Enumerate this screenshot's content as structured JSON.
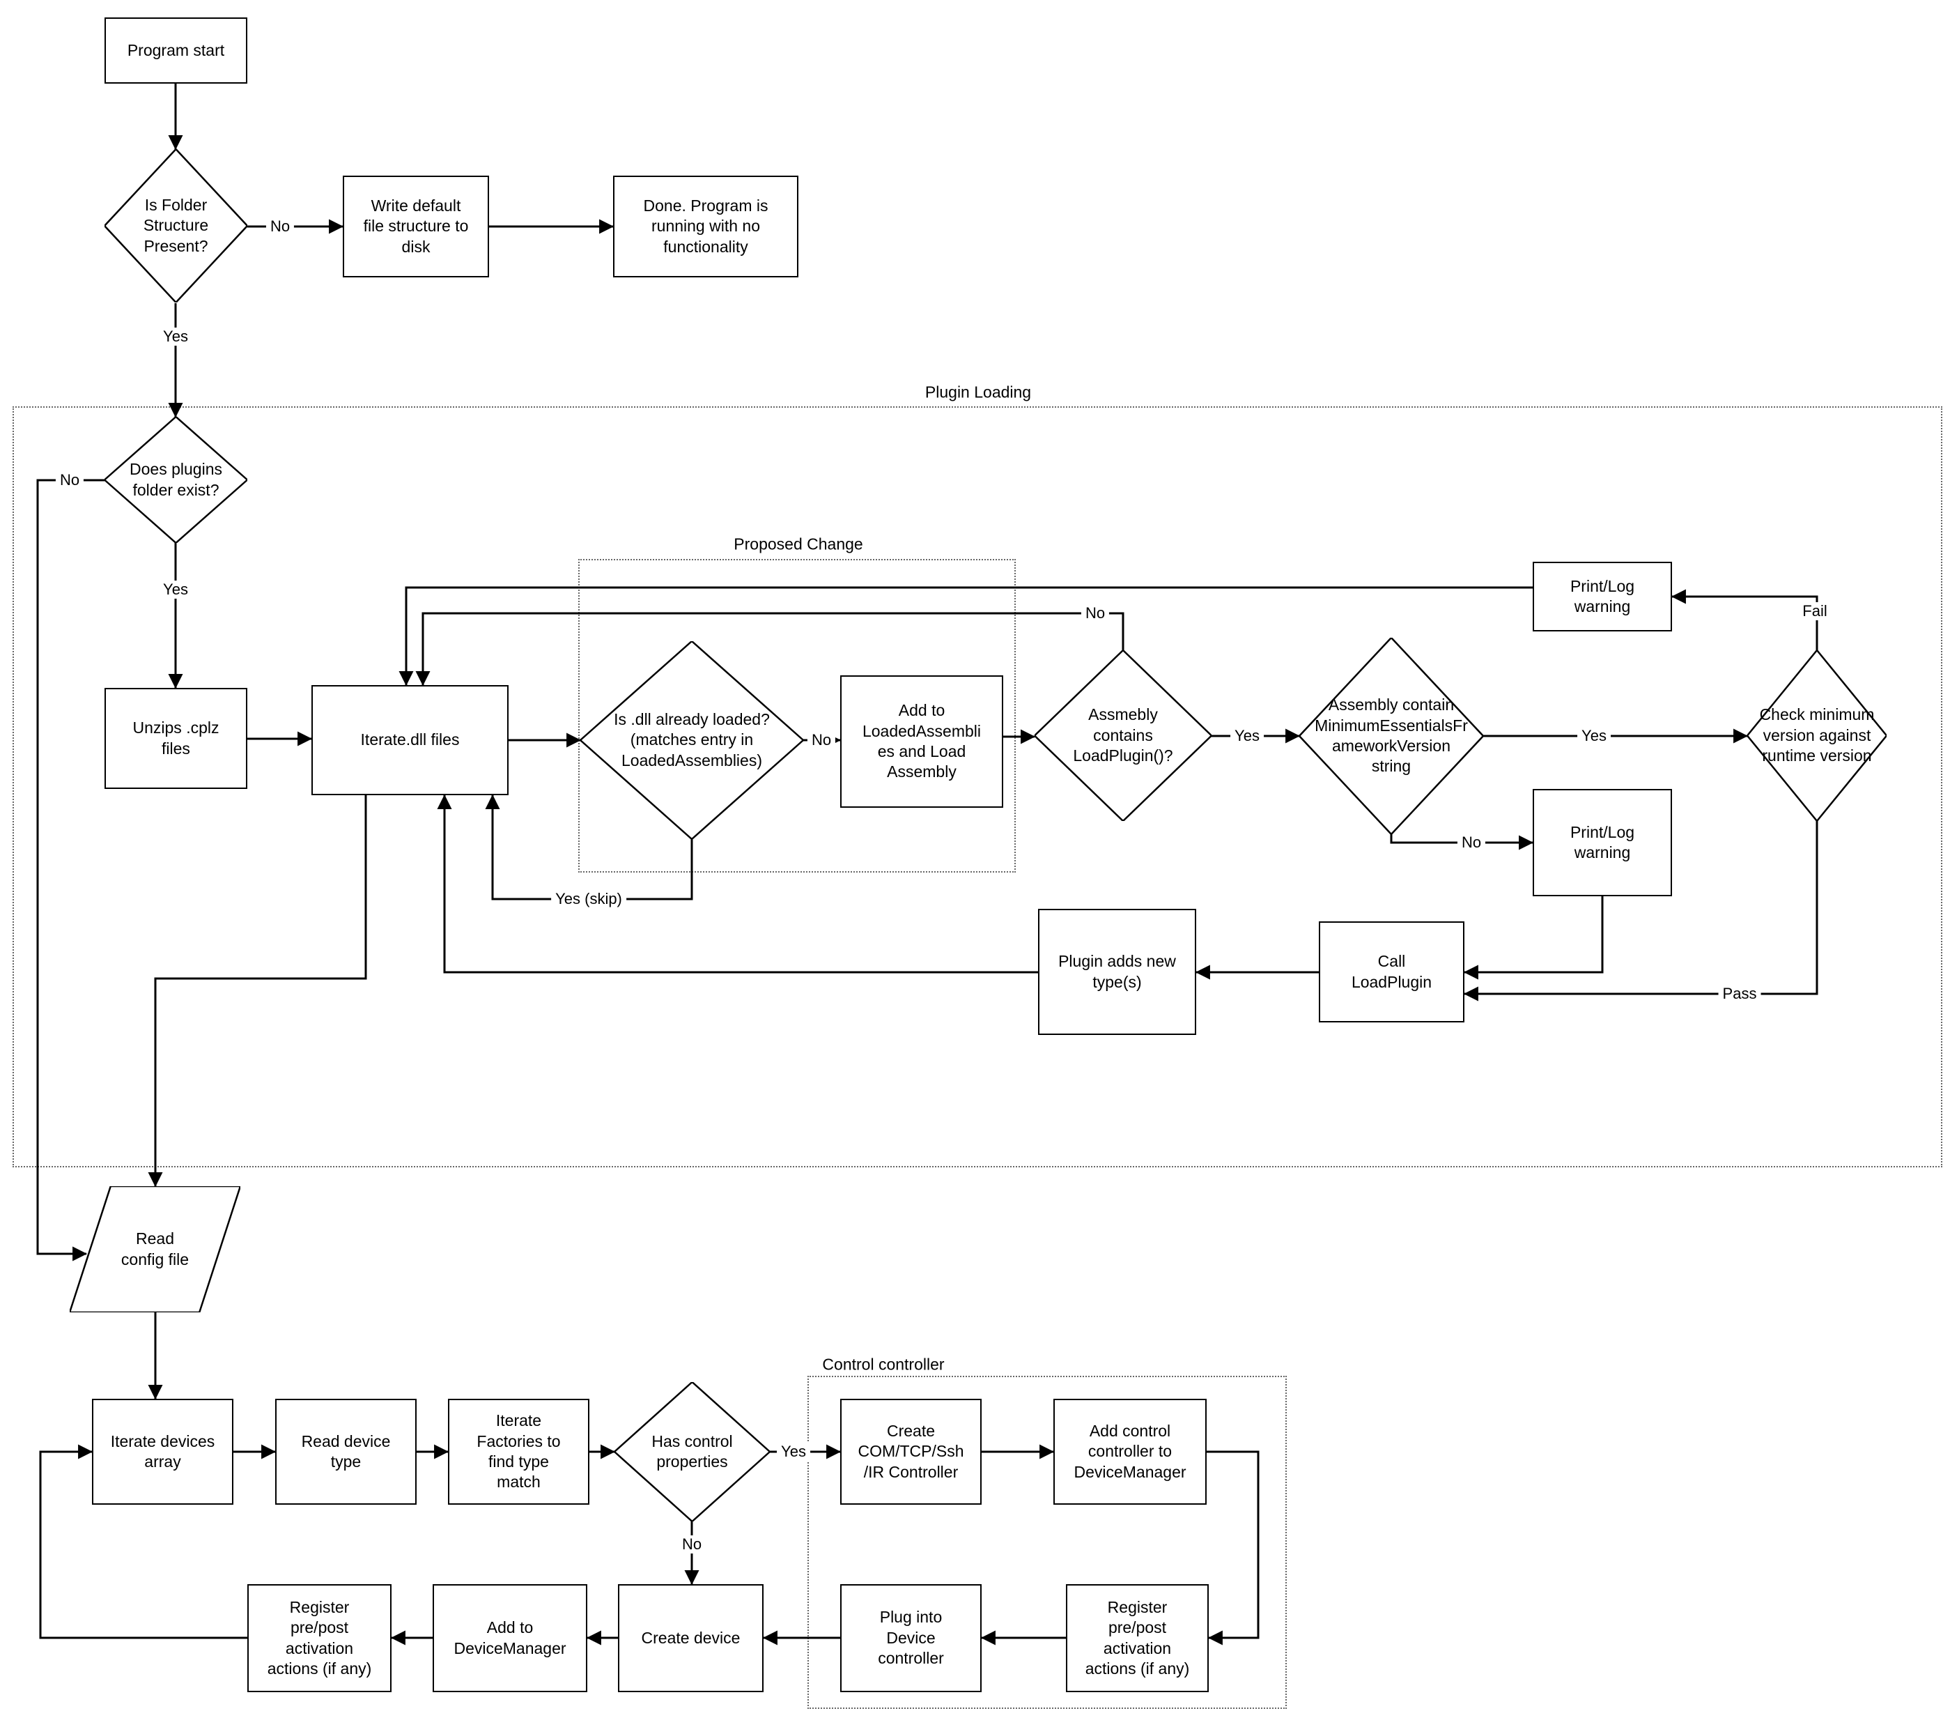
{
  "diagram": {
    "section_labels": {
      "plugin_loading": "Plugin Loading",
      "proposed_change": "Proposed Change",
      "control_controller": "Control controller"
    },
    "nodes": {
      "program_start": "Program start",
      "is_folder_structure": "Is Folder\nStructure\nPresent?",
      "write_default": "Write default\nfile structure to\ndisk",
      "done_no_functionality": "Done.  Program is\nrunning with no\nfunctionality",
      "does_plugins_exist": "Does plugins\nfolder exist?",
      "unzips_cplz": "Unzips .cplz\nfiles",
      "iterate_dll": "Iterate.dll files",
      "is_dll_loaded": "Is .dll already loaded?\n(matches entry in\nLoadedAssemblies)",
      "add_to_loaded": "Add to\nLoadedAssembli\nes and Load\nAssembly",
      "assembly_contains_loadplugin": "Assmebly\ncontains\nLoadPlugin()?",
      "assembly_min_version": "Assembly contain\nMinimumEssentialsFr\nameworkVersion\nstring",
      "check_min_version": "Check minimum\nversion against\nruntime version",
      "print_log_warning_top": "Print/Log\nwarning",
      "print_log_warning_mid": "Print/Log\nwarning",
      "call_loadplugin": "Call\nLoadPlugin",
      "plugin_adds_types": "Plugin adds new\ntype(s)",
      "read_config": "Read\nconfig file",
      "iterate_devices": "Iterate devices\narray",
      "read_device_type": "Read device\ntype",
      "iterate_factories": "Iterate\nFactories to\nfind type\nmatch",
      "has_control_properties": "Has control\nproperties",
      "create_com_controller": "Create\nCOM/TCP/Ssh\n/IR Controller",
      "add_control_controller": "Add control\ncontroller to\nDeviceManager",
      "register_actions_right": "Register\npre/post\nactivation\nactions (if any)",
      "plug_into_device": "Plug into\nDevice\ncontroller",
      "create_device": "Create device",
      "add_to_devicemanager": "Add to\nDeviceManager",
      "register_actions_left": "Register\npre/post\nactivation\nactions (if any)"
    },
    "edge_labels": {
      "folder_no": "No",
      "folder_yes": "Yes",
      "plugins_no": "No",
      "plugins_yes": "Yes",
      "dll_loaded_no": "No",
      "dll_loaded_skip": "Yes (skip)",
      "loadplugin_no": "No",
      "loadplugin_yes": "Yes",
      "minversion_yes": "Yes",
      "minversion_no": "No",
      "check_fail": "Fail",
      "check_pass": "Pass",
      "control_yes": "Yes",
      "control_no": "No"
    }
  }
}
